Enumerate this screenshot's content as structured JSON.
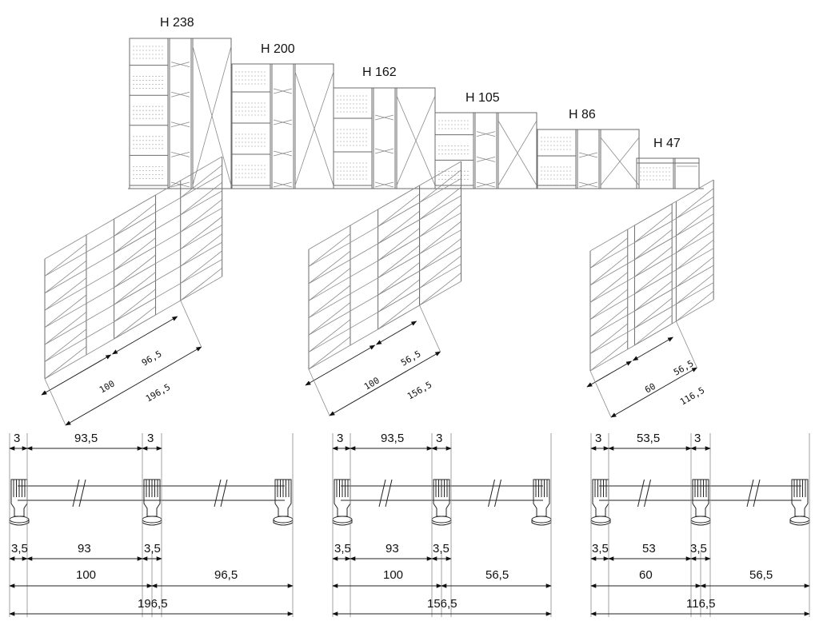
{
  "elevation": {
    "heights": [
      {
        "label": "H 238"
      },
      {
        "label": "H 200"
      },
      {
        "label": "H 162"
      },
      {
        "label": "H 105"
      },
      {
        "label": "H 86"
      },
      {
        "label": "H 47"
      }
    ]
  },
  "configurations": [
    {
      "iso": {
        "a": "100",
        "b": "96,5",
        "total": "196,5"
      },
      "plan": {
        "top": [
          "3",
          "93,5",
          "3"
        ],
        "mid": [
          "3,5",
          "93",
          "3,5"
        ],
        "spans": [
          "100",
          "96,5"
        ],
        "total": "196,5"
      }
    },
    {
      "iso": {
        "a": "100",
        "b": "56,5",
        "total": "156,5"
      },
      "plan": {
        "top": [
          "3",
          "93,5",
          "3"
        ],
        "mid": [
          "3,5",
          "93",
          "3,5"
        ],
        "spans": [
          "100",
          "56,5"
        ],
        "total": "156,5"
      }
    },
    {
      "iso": {
        "a": "60",
        "b": "56,5",
        "total": "116,5"
      },
      "plan": {
        "top": [
          "3",
          "53,5",
          "3"
        ],
        "mid": [
          "3,5",
          "53",
          "3,5"
        ],
        "spans": [
          "60",
          "56,5"
        ],
        "total": "116,5"
      }
    }
  ]
}
